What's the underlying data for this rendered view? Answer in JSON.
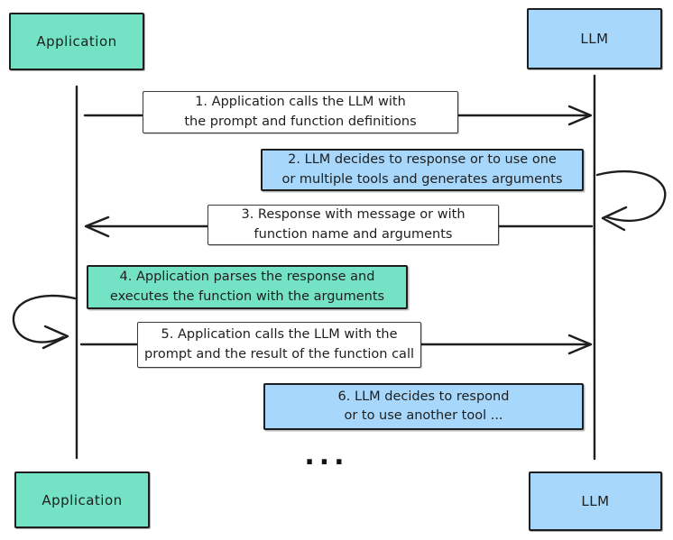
{
  "diagram": {
    "kind": "sequence-diagram",
    "actors": {
      "app_top": "Application",
      "llm_top": "LLM",
      "app_bottom": "Application",
      "llm_bottom": "LLM"
    },
    "messages": [
      {
        "step": 1,
        "text": "1. Application calls the LLM with the prompt and function definitions",
        "variant": "white",
        "arrow": "right"
      },
      {
        "step": 2,
        "text": "2. LLM decides to response or to use one or multiple tools and generates arguments",
        "variant": "blue",
        "arrow": "self-right"
      },
      {
        "step": 3,
        "text": "3. Response with message or with function name and arguments",
        "variant": "white",
        "arrow": "left"
      },
      {
        "step": 4,
        "text": "4. Application parses the response and executes the function with the arguments",
        "variant": "green",
        "arrow": "self-left"
      },
      {
        "step": 5,
        "text": "5. Application calls the LLM with the prompt and the result of the function call",
        "variant": "white",
        "arrow": "right"
      },
      {
        "step": 6,
        "text": "6. LLM decides to respond or to use another tool ...",
        "variant": "blue",
        "arrow": "none"
      }
    ],
    "ellipsis": "...",
    "colors": {
      "actor_app_fill": "#74e3c5",
      "actor_llm_fill": "#a7d8fb",
      "stroke": "#1e1e1e",
      "message_white_fill": "#ffffff"
    }
  }
}
